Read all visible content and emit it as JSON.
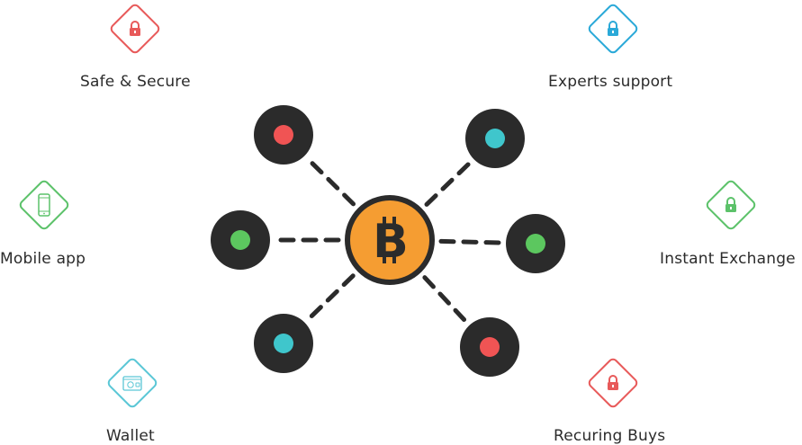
{
  "features": [
    {
      "id": "safe-secure",
      "label": "Safe & Secure",
      "icon": "lock-icon",
      "color": "#e85a5a"
    },
    {
      "id": "experts-support",
      "label": "Experts support",
      "icon": "lock-icon",
      "color": "#2aa9d8"
    },
    {
      "id": "mobile-app",
      "label": "Mobile app",
      "icon": "mobile-phone-icon",
      "color": "#5cc26a"
    },
    {
      "id": "instant-exchange",
      "label": "Instant Exchange",
      "icon": "lock-icon",
      "color": "#5cc26a"
    },
    {
      "id": "wallet",
      "label": "Wallet",
      "icon": "wallet-icon",
      "color": "#5bc7d6"
    },
    {
      "id": "recuring-buys",
      "label": "Recuring Buys",
      "icon": "lock-icon",
      "color": "#e85a5a"
    }
  ],
  "hub": {
    "symbol": "B",
    "icon": "bitcoin-icon",
    "fill": "#f59d32",
    "ring": "#2b2b2b",
    "symbol_color": "#2b2b2b"
  },
  "nodes": [
    {
      "id": "top-left",
      "dot_color": "#f05454"
    },
    {
      "id": "top-right",
      "dot_color": "#3fc6cc"
    },
    {
      "id": "left",
      "dot_color": "#5cc75f"
    },
    {
      "id": "right",
      "dot_color": "#5cc75f"
    },
    {
      "id": "bottom-left",
      "dot_color": "#3fc6cc"
    },
    {
      "id": "bottom-right",
      "dot_color": "#f05454"
    }
  ],
  "node_fill": "#2b2b2b",
  "connector_color": "#2b2b2b"
}
